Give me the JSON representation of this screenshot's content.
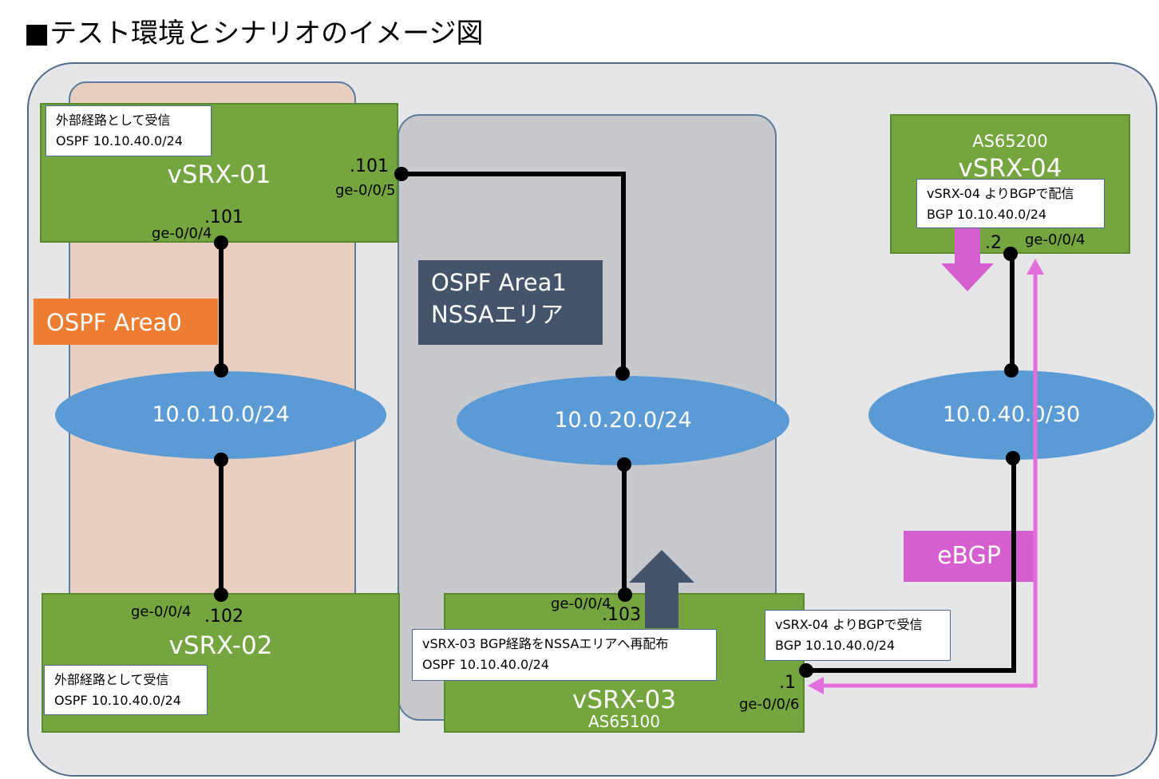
{
  "title": "■テスト環境とシナリオのイメージ図",
  "areas": {
    "area0": "OSPF  Area0",
    "area1_line1": "OSPF  Area1",
    "area1_line2": "NSSAエリア"
  },
  "routers": {
    "r1": {
      "name": "vSRX-01",
      "note_line1": "外部経路として受信",
      "note_line2": "OSPF 10.10.40.0/24",
      "if_right_ip": ".101",
      "if_right_name": "ge-0/0/5",
      "if_down_ip": ".101",
      "if_down_name": "ge-0/0/4"
    },
    "r2": {
      "name": "vSRX-02",
      "note_line1": "外部経路として受信",
      "note_line2": "OSPF 10.10.40.0/24",
      "if_ip": ".102",
      "if_name": "ge-0/0/4"
    },
    "r3": {
      "name": "vSRX-03",
      "as": "AS65100",
      "note_line1": "vSRX-03 BGP経路をNSSAエリアへ再配布",
      "note_line2": "OSPF 10.10.40.0/24",
      "recv_line1": "vSRX-04 よりBGPで受信",
      "recv_line2": "BGP 10.10.40.0/24",
      "if_up_ip": ".103",
      "if_up_name": "ge-0/0/4",
      "if_right_ip": ".1",
      "if_right_name": "ge-0/0/6"
    },
    "r4": {
      "name": "vSRX-04",
      "as": "AS65200",
      "note_line1": "vSRX-04 よりBGPで配信",
      "note_line2": "BGP 10.10.40.0/24",
      "if_ip": ".2",
      "if_name": "ge-0/0/4"
    }
  },
  "networks": {
    "n1": "10.0.10.0/24",
    "n2": "10.0.20.0/24",
    "n3": "10.0.40.0/30"
  },
  "ebgp_label": "eBGP",
  "colors": {
    "router": "#74a53e",
    "network": "#5b9bd5",
    "area0": "#ed7d31",
    "area1": "#44546a",
    "ebgp": "#d65fd0",
    "redistribute_arrow": "#44546a"
  }
}
